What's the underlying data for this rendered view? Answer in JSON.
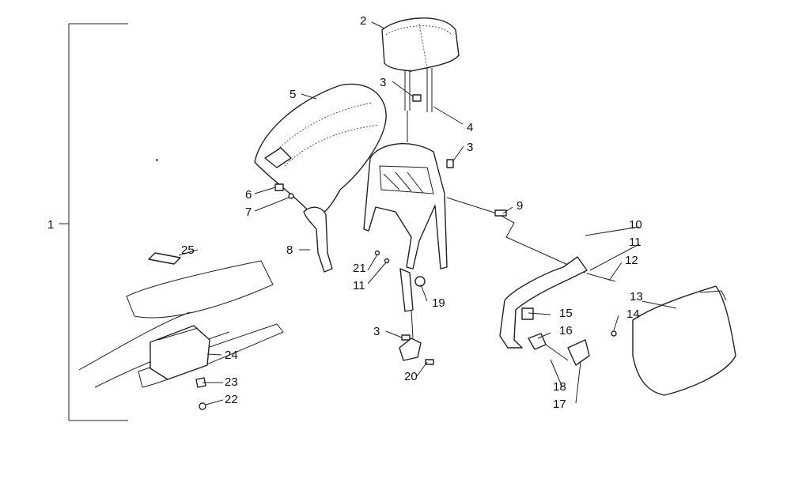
{
  "callouts": [
    {
      "id": "c1",
      "text": "1"
    },
    {
      "id": "c2",
      "text": "2"
    },
    {
      "id": "c3a",
      "text": "3"
    },
    {
      "id": "c3b",
      "text": "3"
    },
    {
      "id": "c3c",
      "text": "3"
    },
    {
      "id": "c4",
      "text": "4"
    },
    {
      "id": "c5",
      "text": "5"
    },
    {
      "id": "c6",
      "text": "6"
    },
    {
      "id": "c7",
      "text": "7"
    },
    {
      "id": "c8",
      "text": "8"
    },
    {
      "id": "c9",
      "text": "9"
    },
    {
      "id": "c10",
      "text": "10"
    },
    {
      "id": "c11a",
      "text": "11"
    },
    {
      "id": "c11b",
      "text": "11"
    },
    {
      "id": "c12",
      "text": "12"
    },
    {
      "id": "c13",
      "text": "13"
    },
    {
      "id": "c14",
      "text": "14"
    },
    {
      "id": "c15",
      "text": "15"
    },
    {
      "id": "c16",
      "text": "16"
    },
    {
      "id": "c17",
      "text": "17"
    },
    {
      "id": "c18",
      "text": "18"
    },
    {
      "id": "c19",
      "text": "19"
    },
    {
      "id": "c20",
      "text": "20"
    },
    {
      "id": "c21",
      "text": "21"
    },
    {
      "id": "c22",
      "text": "22"
    },
    {
      "id": "c23",
      "text": "23"
    },
    {
      "id": "c24",
      "text": "24"
    },
    {
      "id": "c25",
      "text": "25"
    }
  ]
}
